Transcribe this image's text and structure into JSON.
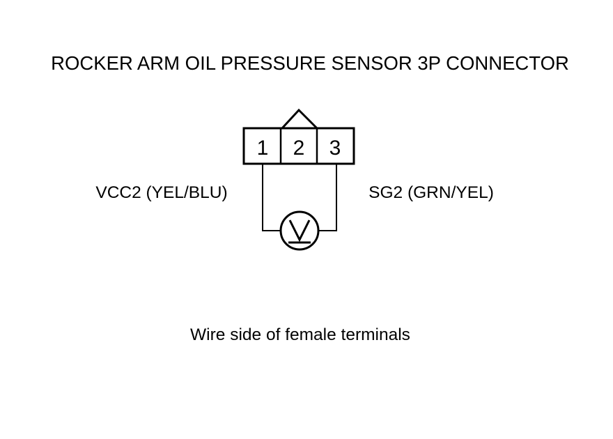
{
  "title": "ROCKER ARM OIL PRESSURE SENSOR 3P CONNECTOR",
  "connector": {
    "terminals": [
      "1",
      "2",
      "3"
    ]
  },
  "wires": {
    "left": "VCC2 (YEL/BLU)",
    "right": "SG2 (GRN/YEL)"
  },
  "meter": {
    "symbol": "V",
    "icon": "voltmeter-icon"
  },
  "caption": "Wire side of female terminals",
  "colors": {
    "ink": "#000000",
    "background": "#ffffff"
  }
}
